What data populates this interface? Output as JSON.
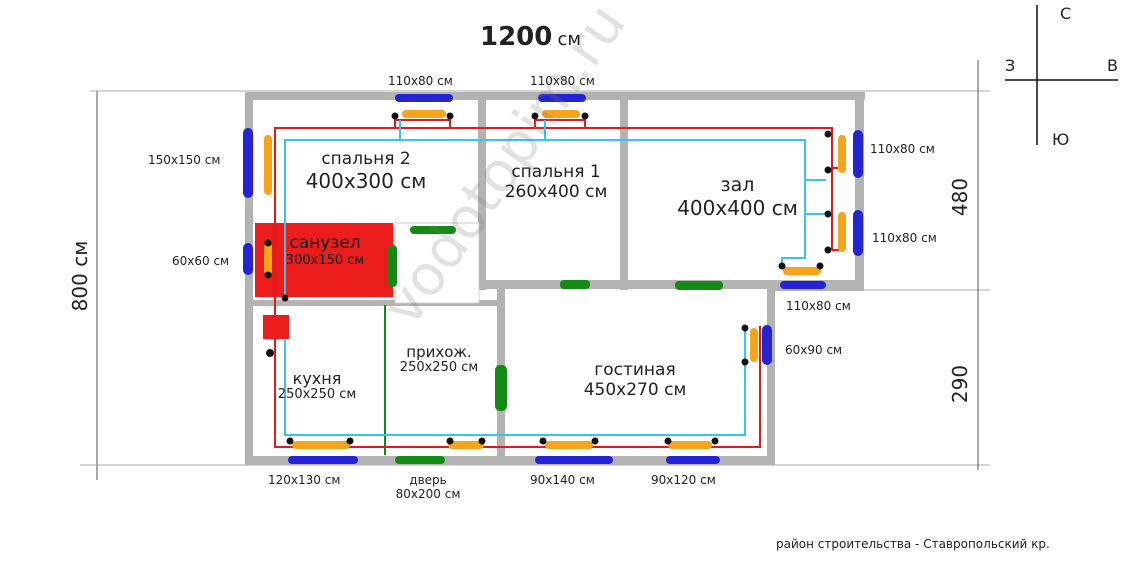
{
  "title": {
    "value": "1200",
    "unit": "см"
  },
  "height_label": "800 см",
  "right_dims": {
    "upper": "480",
    "lower": "290"
  },
  "compass": {
    "north": "С",
    "east": "В",
    "west": "З",
    "south": "Ю"
  },
  "rooms": {
    "bedroom2": {
      "name": "спальня 2",
      "size": "400х300 см"
    },
    "bedroom1": {
      "name": "спальня 1",
      "size": "260х400 см"
    },
    "hall": {
      "name": "зал",
      "size": "400х400 см"
    },
    "bathroom": {
      "name": "санузел",
      "size": "300х150 см"
    },
    "entrance": {
      "name": "прихож.",
      "size": "250х250 см"
    },
    "kitchen": {
      "name": "кухня",
      "size": "250х250 см"
    },
    "living": {
      "name": "гостиная",
      "size": "450х270 см"
    }
  },
  "windows": {
    "top_left": "110х80 см",
    "top_right": "110х80 см",
    "left_bedroom": "150х150 см",
    "left_bath": "60х60 см",
    "right_upper": "110х80 см",
    "right_middle": "110х80 см",
    "right_corner": "110х80 см",
    "right_living": "60х90 см",
    "bottom_kitchen": "120х130 см",
    "bottom_living_left": "90х140 см",
    "bottom_living_right": "90х120 см"
  },
  "door": {
    "line1": "дверь",
    "line2": "80х200 см"
  },
  "footer": "район строительства - Ставропольский кр.",
  "watermark": "vodotopim.ru",
  "colors": {
    "wall": "#b3b3b3",
    "window": "#2424d4",
    "door": "#138a13",
    "radiator": "#f4a51c",
    "pipe_supply": "#e01b1b",
    "pipe_return": "#39c4ec",
    "boiler_room": "#ea1c1c"
  }
}
